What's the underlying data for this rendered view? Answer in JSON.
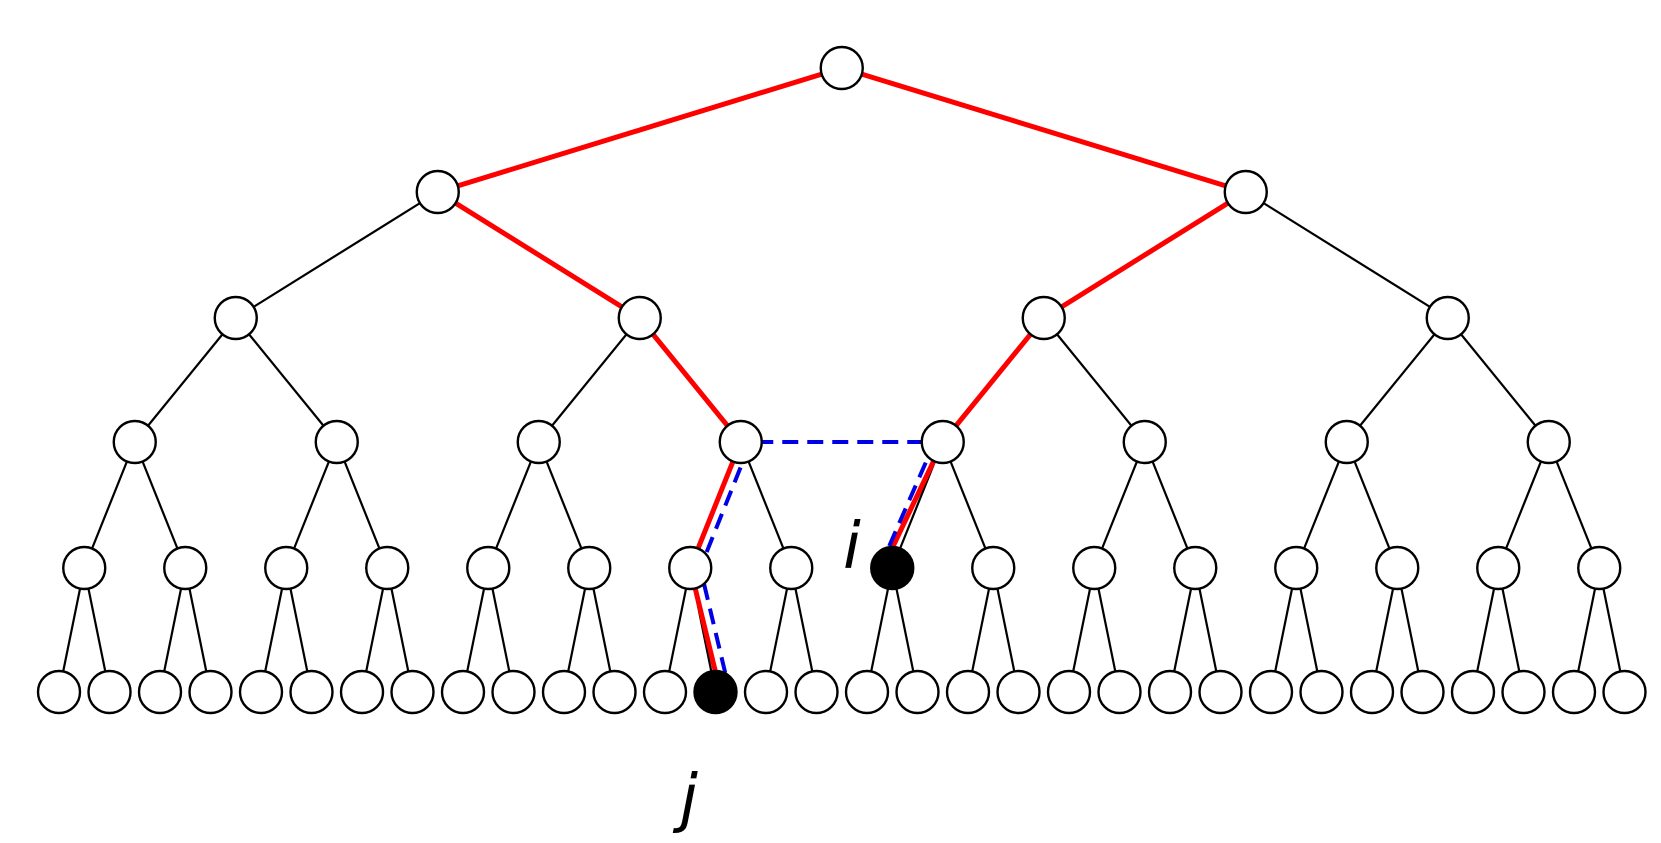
{
  "tree": {
    "depth": 5,
    "colors": {
      "edge": "#000000",
      "node_fill": "#ffffff",
      "marked_node_fill": "#000000",
      "tree_path": "#ff0000",
      "shortcut_path": "#0000e6"
    },
    "marked_nodes": [
      {
        "label": "i",
        "level": 4,
        "index": 8
      },
      {
        "label": "j",
        "level": 5,
        "index": 13
      }
    ],
    "paths": {
      "tree_path": {
        "color": "#ff0000",
        "style": "solid"
      },
      "shortcut_path": {
        "color": "#0000e6",
        "style": "dashed"
      }
    }
  }
}
